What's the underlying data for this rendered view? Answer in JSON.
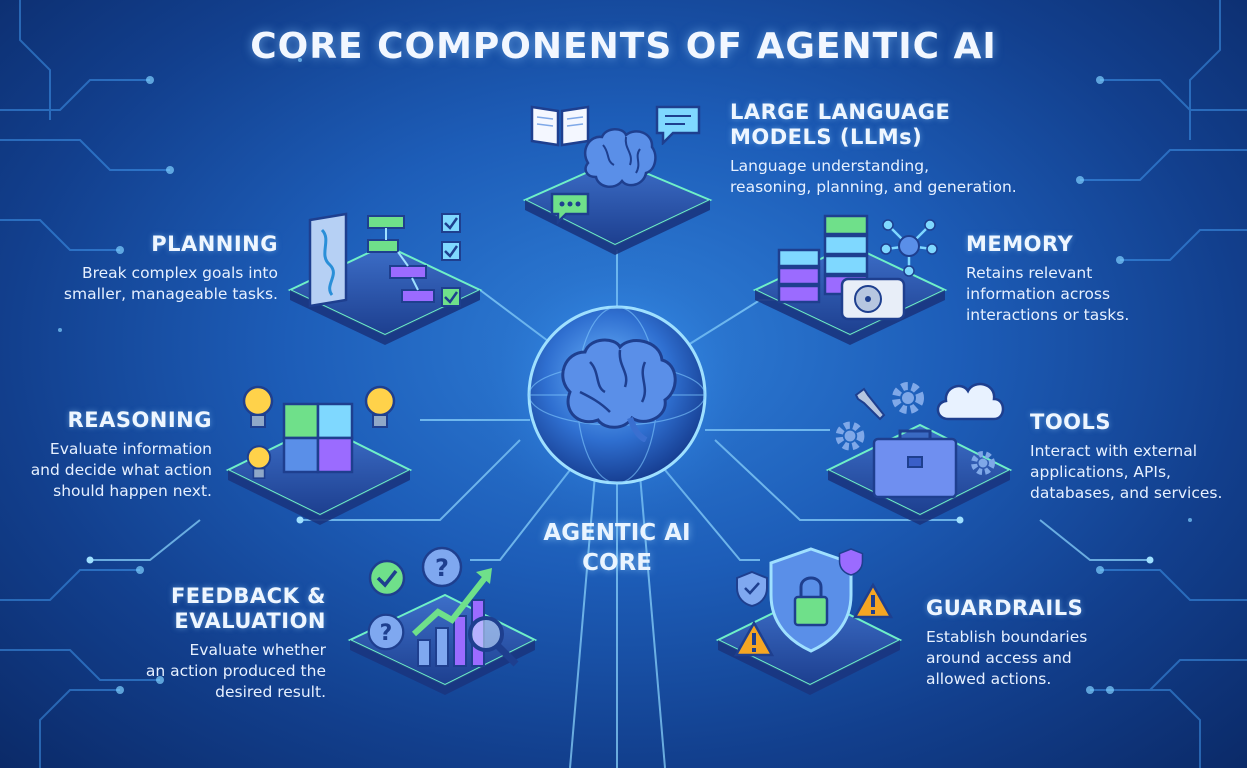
{
  "title": "CORE COMPONENTS OF AGENTIC AI",
  "core": {
    "line1": "AGENTIC AI",
    "line2": "CORE"
  },
  "components": {
    "llm": {
      "head1": "LARGE LANGUAGE",
      "head2": "MODELS (LLMs)",
      "desc1": "Language understanding,",
      "desc2": "reasoning, planning, and generation."
    },
    "planning": {
      "head": "PLANNING",
      "desc1": "Break complex goals into",
      "desc2": "smaller, manageable tasks."
    },
    "memory": {
      "head": "MEMORY",
      "desc1": "Retains relevant",
      "desc2": "information across",
      "desc3": "interactions or tasks."
    },
    "reasoning": {
      "head": "REASONING",
      "desc1": "Evaluate information",
      "desc2": "and decide what action",
      "desc3": "should happen next."
    },
    "tools": {
      "head": "TOOLS",
      "desc1": "Interact with external",
      "desc2": "applications, APIs,",
      "desc3": "databases, and services."
    },
    "feedback": {
      "head1": "FEEDBACK &",
      "head2": "EVALUATION",
      "desc1": "Evaluate whether",
      "desc2": "an action produced the",
      "desc3": "desired result."
    },
    "guardrails": {
      "head": "GUARDRAILS",
      "desc1": "Establish boundaries",
      "desc2": "around access and",
      "desc3": "allowed actions."
    }
  },
  "colors": {
    "accent": "#5fd3ff",
    "purple": "#9b6bff",
    "green": "#6fe08a",
    "platform": "#2a4fa3",
    "warning": "#f5a623"
  },
  "icons": [
    "brain-icon",
    "book-icon",
    "chat-icon",
    "flowchart-icon",
    "server-icon",
    "hard-drive-icon",
    "network-icon",
    "puzzle-icon",
    "lightbulb-icon",
    "toolbox-icon",
    "cloud-icon",
    "gear-icon",
    "wrench-icon",
    "checkmark-icon",
    "question-icon",
    "chart-up-icon",
    "magnifier-icon",
    "shield-lock-icon",
    "warning-icon"
  ]
}
